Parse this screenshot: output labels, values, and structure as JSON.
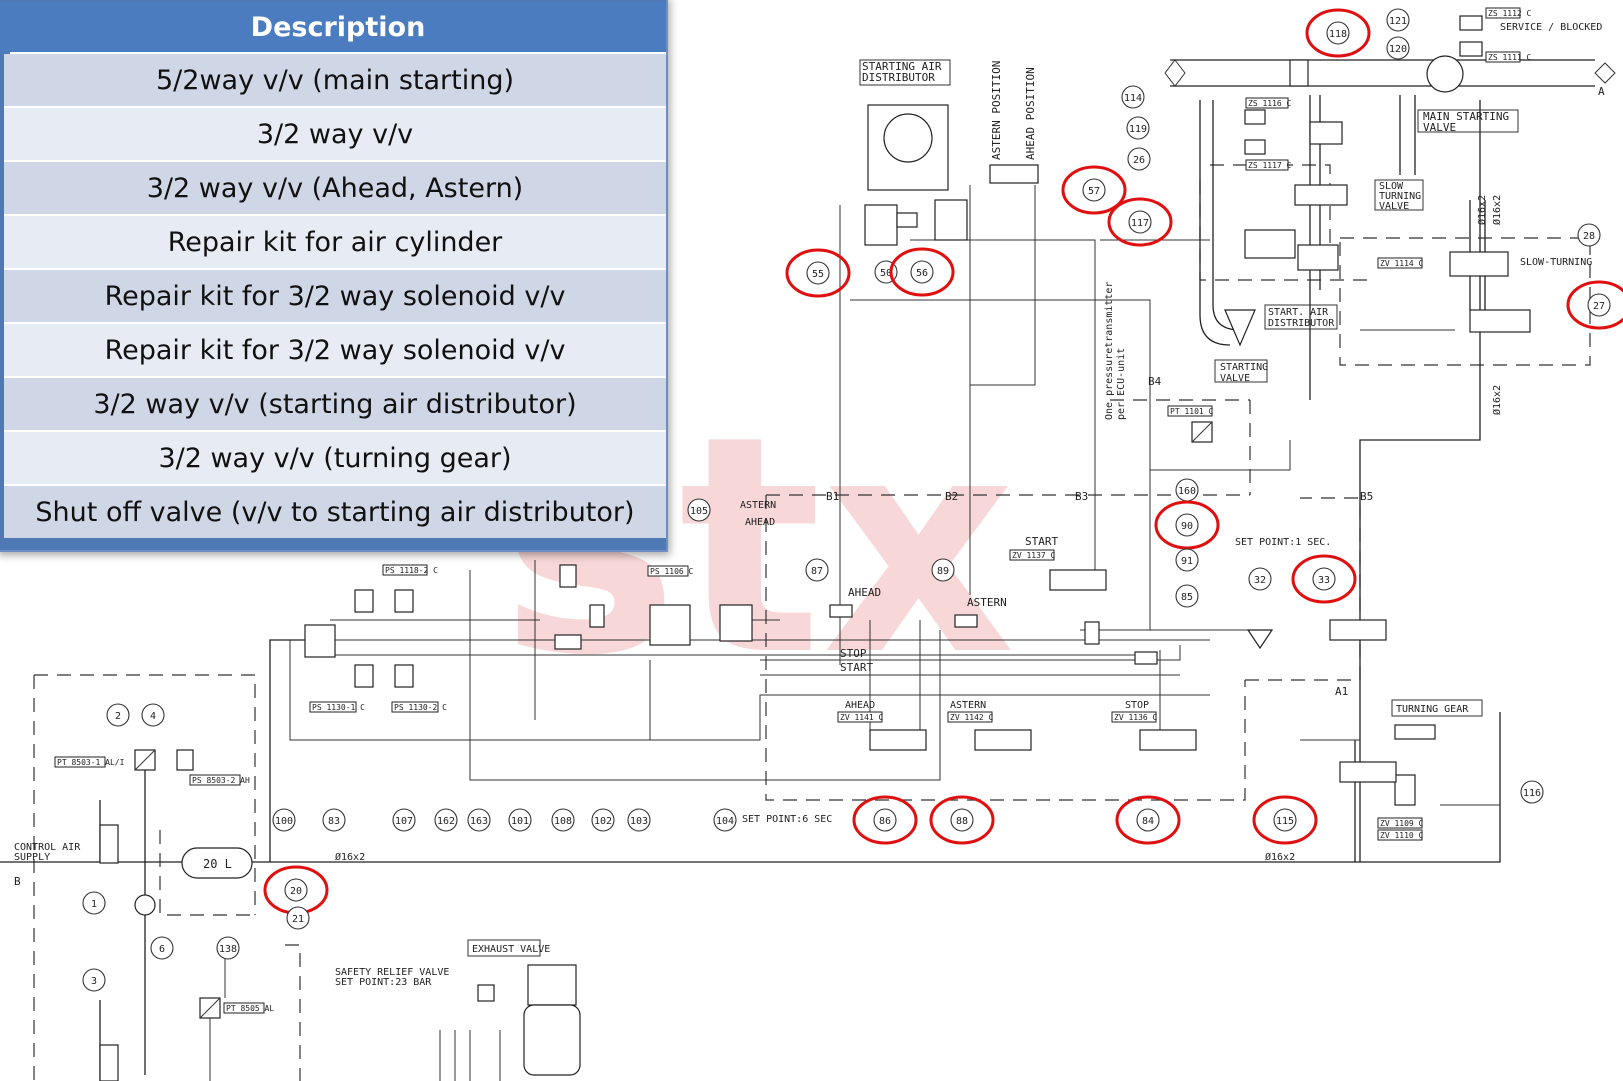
{
  "table": {
    "header": "Description",
    "rows": [
      "5/2way v/v (main starting)",
      "3/2 way v/v",
      "3/2 way v/v (Ahead, Astern)",
      "Repair kit for air cylinder",
      "Repair kit for 3/2 way solenoid v/v",
      "Repair kit for 3/2 way solenoid v/v",
      "3/2 way v/v (starting air distributor)",
      "3/2 way v/v (turning gear)",
      "Shut off valve (v/v to starting air distributor)"
    ]
  },
  "diagram": {
    "watermark": "stx",
    "labels": {
      "starting_air_distributor": [
        "STARTING AIR",
        "DISTRIBUTOR"
      ],
      "astern_position": "ASTERN POSITION",
      "ahead_position": "AHEAD POSITION",
      "service_blocked": "SERVICE / BLOCKED",
      "main_starting_valve": [
        "MAIN STARTING",
        "VALVE"
      ],
      "slow_turning_valve": [
        "SLOW",
        "TURNING",
        "VALVE"
      ],
      "slow_turning": "SLOW-TURNING",
      "start_air_distributor": [
        "START. AIR",
        "DISTRIBUTOR"
      ],
      "starting_valve": [
        "STARTING",
        "VALVE"
      ],
      "pressure_transmitter": [
        "One pressuretransmitter",
        "per ECU-unit"
      ],
      "astern": "ASTERN",
      "ahead": "AHEAD",
      "start": "START",
      "stop": "STOP",
      "set_point_1": "SET POINT:1 SEC.",
      "set_point_6": "SET POINT:6 SEC",
      "turning_gear": "TURNING GEAR",
      "control_air_supply": [
        "CONTROL AIR",
        "SUPPLY"
      ],
      "exhaust_valve": "EXHAUST VALVE",
      "safety_relief": [
        "SAFETY RELIEF VALVE",
        "SET POINT:23 BAR"
      ],
      "pipe_size": "Ø16x2",
      "tank": "20 L",
      "b": "B",
      "a": "A",
      "b1": "B1",
      "b2": "B2",
      "b3": "B3",
      "b4": "B4",
      "b5": "B5",
      "a1": "A1"
    },
    "tags": {
      "zs1112": "ZS 1112 C",
      "zs1111": "ZS 1111 C",
      "zs1116": "ZS 1116 C",
      "zs1117": "ZS 1117 C",
      "zv1114": "ZV 1114 C",
      "pt1101": "PT 1101 C",
      "zv1137": "ZV 1137 C",
      "ps1118": "PS 1118-2 C",
      "ps1106": "PS 1106 C",
      "ps1130a": "PS 1130-1 C",
      "ps1130b": "PS 1130-2 C",
      "zv1141": "ZV 1141 C",
      "zv1142": "ZV 1142 C",
      "zv1136": "ZV 1136 C",
      "zv1109": "ZV 1109 C",
      "zv1110": "ZV 1110 C",
      "pt8503": "PT 8503-1 AL/I",
      "ps8503": "PS 8503-2 AH",
      "pt8505": "PT 8505 AL"
    },
    "bubbles": [
      "121",
      "120",
      "118",
      "114",
      "119",
      "26",
      "117",
      "57",
      "55",
      "50",
      "56",
      "28",
      "27",
      "160",
      "90",
      "91",
      "85",
      "87",
      "89",
      "32",
      "33",
      "105",
      "2",
      "4",
      "100",
      "83",
      "107",
      "162",
      "163",
      "101",
      "108",
      "102",
      "103",
      "104",
      "86",
      "88",
      "84",
      "115",
      "116",
      "1",
      "6",
      "138",
      "3",
      "20",
      "21"
    ],
    "highlighted": [
      "118",
      "57",
      "117",
      "55",
      "56",
      "27",
      "90",
      "33",
      "86",
      "88",
      "84",
      "115",
      "20"
    ]
  }
}
